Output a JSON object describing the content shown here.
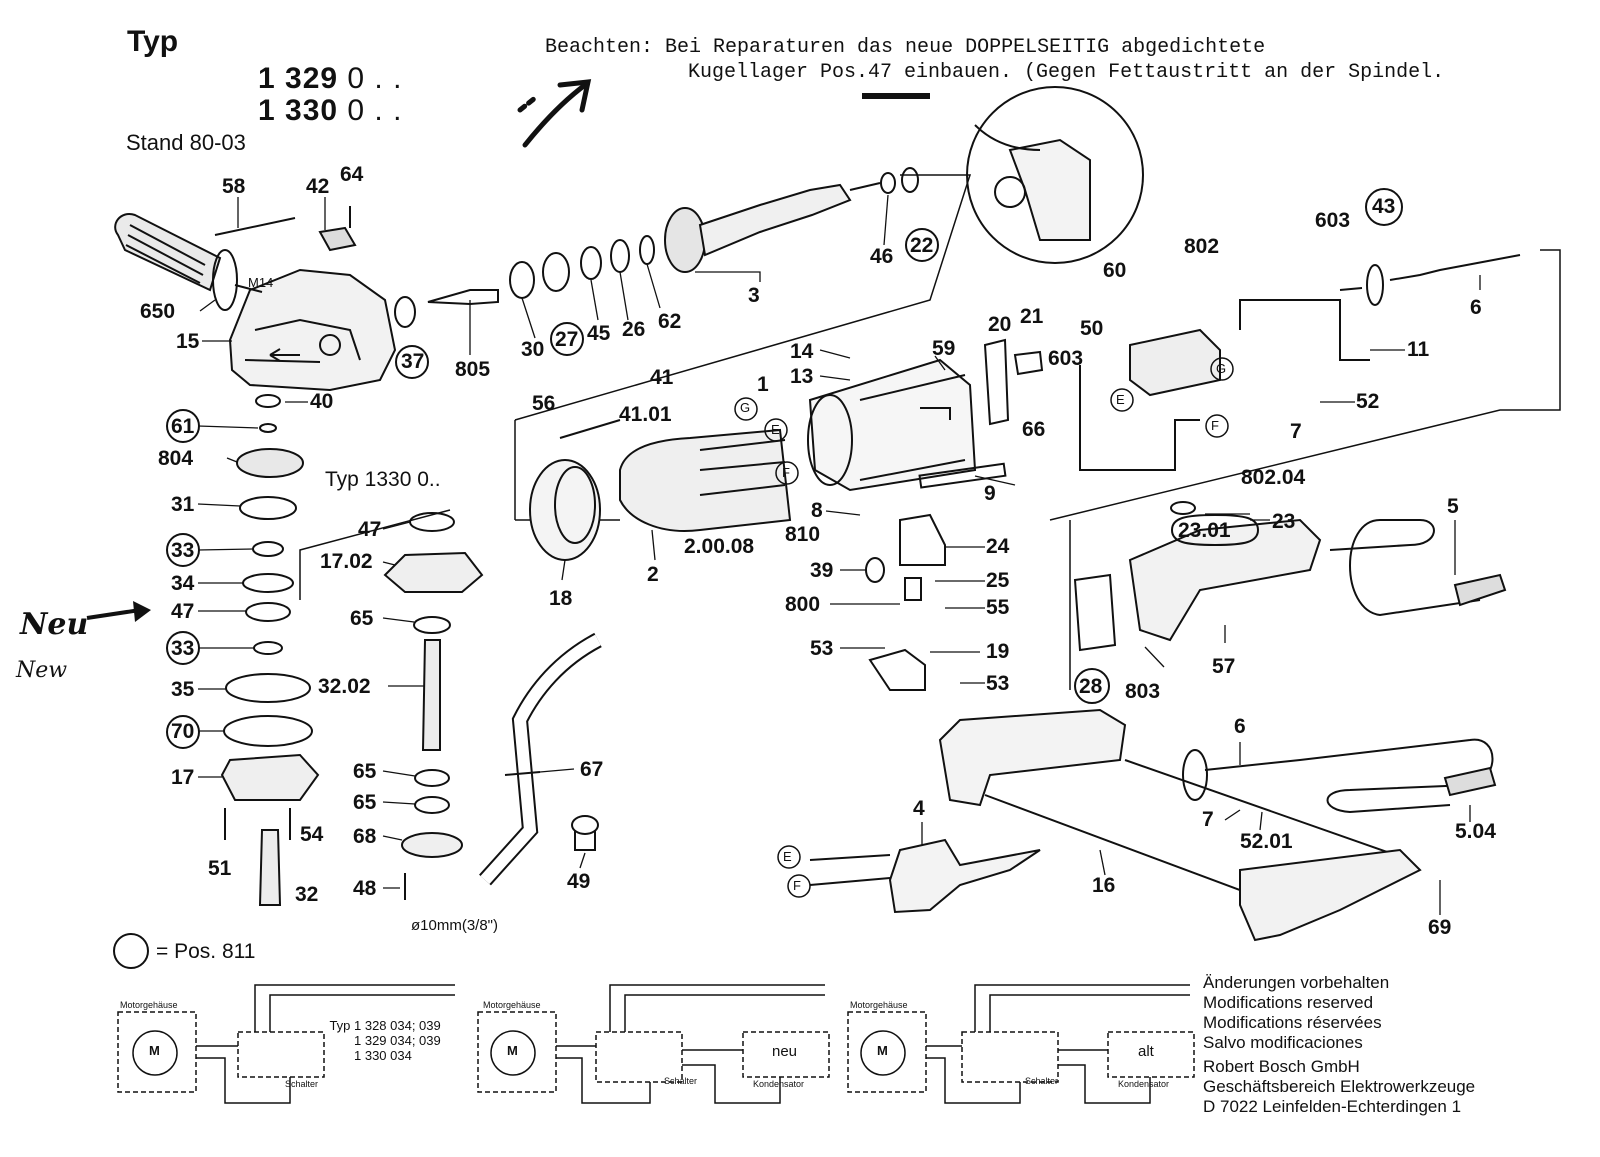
{
  "header": {
    "typ_label": "Typ",
    "type_numbers": [
      {
        "main": "1 329",
        "suffix": " 0 . ."
      },
      {
        "main": "1 330",
        "suffix": " 0 . ."
      }
    ],
    "stand": "Stand 80-03"
  },
  "note": {
    "line1": "Beachten: Bei Reparaturen das neue DOPPELSEITIG abgedichtete",
    "line2": "Kugellager Pos.47 einbauen. (Gegen Fettaustritt an der Spindel."
  },
  "markers": {
    "neu": "Neu",
    "new": "New",
    "typ_1330": "Typ  1330 0..",
    "circle_legend": "= Pos. 811",
    "thread": "M14",
    "diameter": "ø10mm(3/8\")"
  },
  "legal": {
    "lines": [
      "Änderungen vorbehalten",
      "Modifications reserved",
      "Modifications réservées",
      "Salvo modificaciones",
      "Robert Bosch GmbH",
      "Geschäftsbereich Elektrowerkzeuge",
      "D 7022 Leinfelden-Echterdingen 1"
    ]
  },
  "circuits": {
    "motorgehause": "Motorgehäuse",
    "motor_symbol": "M",
    "schalter": "Schalter",
    "kondensator": "Kondensator",
    "neu": "neu",
    "alt": "alt",
    "typ_lines": [
      "Typ 1 328 034; 039",
      "1 329 034; 039",
      "1 330 034"
    ]
  },
  "part_labels": [
    "58",
    "42",
    "64",
    "650",
    "15",
    "37",
    "805",
    "30",
    "27",
    "45",
    "26",
    "62",
    "3",
    "46",
    "22",
    "40",
    "61",
    "804",
    "31",
    "33",
    "34",
    "47",
    "33",
    "35",
    "70",
    "17",
    "51",
    "54",
    "32",
    "47",
    "17.02",
    "65",
    "32.02",
    "65",
    "65",
    "68",
    "48",
    "67",
    "49",
    "56",
    "41",
    "41.01",
    "G",
    "E",
    "F",
    "2",
    "2.00.08",
    "18",
    "14",
    "13",
    "1",
    "59",
    "8",
    "810",
    "9",
    "24",
    "39",
    "25",
    "800",
    "55",
    "53",
    "19",
    "53",
    "20",
    "21",
    "603",
    "66",
    "50",
    "60",
    "802",
    "E",
    "G",
    "F",
    "802.04",
    "603",
    "43",
    "6",
    "11",
    "52",
    "7",
    "23",
    "23.01",
    "5",
    "28",
    "803",
    "57",
    "6",
    "4",
    "7",
    "52.01",
    "5.04",
    "16",
    "69",
    "E",
    "F"
  ]
}
